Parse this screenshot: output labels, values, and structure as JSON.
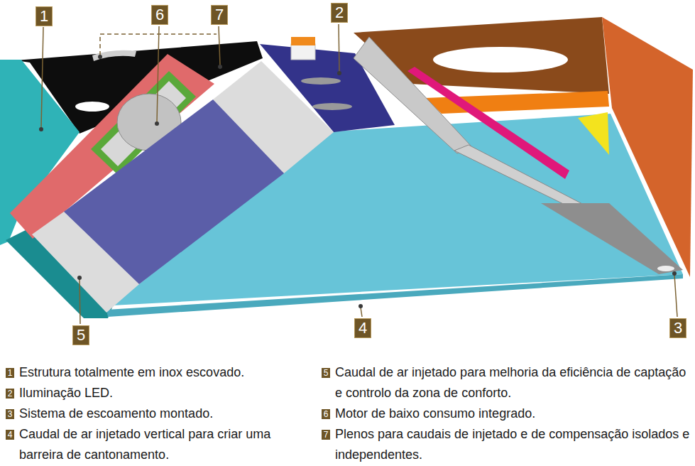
{
  "diagram": {
    "nodes": [
      {
        "text": [
          "1"
        ]
      },
      {
        "text": [
          "6"
        ]
      },
      {
        "text": [
          "7"
        ]
      },
      {
        "text": [
          "2"
        ]
      },
      {
        "text": [
          "5"
        ]
      },
      {
        "text": [
          "4"
        ]
      },
      {
        "text": [
          "3"
        ]
      },
      {
        "text": [
          "1",
          "Estrutura totalmente em inox escovado."
        ]
      },
      {
        "text": [
          "2",
          "Iluminação LED."
        ]
      },
      {
        "text": [
          "3",
          "Sistema de escoamento montado."
        ]
      },
      {
        "text": [
          "4",
          "Caudal de ar injetado vertical para criar uma barreira de cantonamento."
        ]
      },
      {
        "text": [
          "5",
          "Caudal de ar injetado para melhoria da eficiência de captação e controlo da zona de conforto."
        ]
      },
      {
        "text": [
          "6",
          "Motor de baixo consumo integrado."
        ]
      },
      {
        "text": [
          "7",
          "Plenos para caudais de injetado e de compensação isolados e independentes."
        ]
      }
    ]
  }
}
